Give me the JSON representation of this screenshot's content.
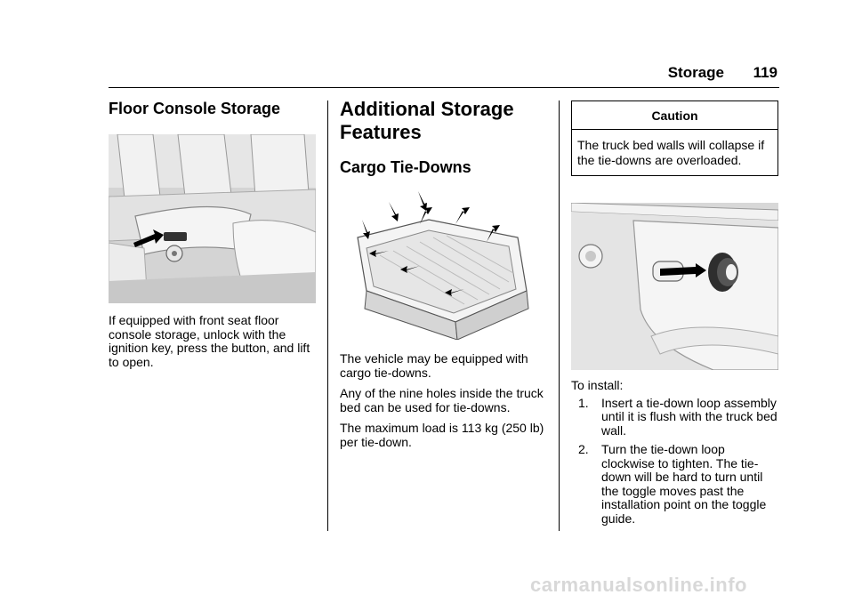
{
  "header": {
    "section": "Storage",
    "page_number": "119"
  },
  "col1": {
    "heading": "Floor Console Storage",
    "paragraph": "If equipped with front seat floor console storage, unlock with the ignition key, press the button, and lift to open."
  },
  "col2": {
    "heading": "Additional Storage Features",
    "subheading": "Cargo Tie-Downs",
    "paragraphs": [
      "The vehicle may be equipped with cargo tie-downs.",
      "Any of the nine holes inside the truck bed can be used for tie-downs.",
      "The maximum load is 113 kg (250 lb) per tie-down."
    ]
  },
  "col3": {
    "caution": {
      "title": "Caution",
      "text": "The truck bed walls will collapse if the tie-downs are overloaded."
    },
    "intro": "To install:",
    "steps": [
      {
        "num": "1.",
        "text": "Insert a tie-down loop assembly until it is flush with the truck bed wall."
      },
      {
        "num": "2.",
        "text": "Turn the tie-down loop clockwise to tighten. The tie-down will be hard to turn until the toggle moves past the installation point on the toggle guide."
      }
    ]
  },
  "watermark": "carmanualsonline.info"
}
